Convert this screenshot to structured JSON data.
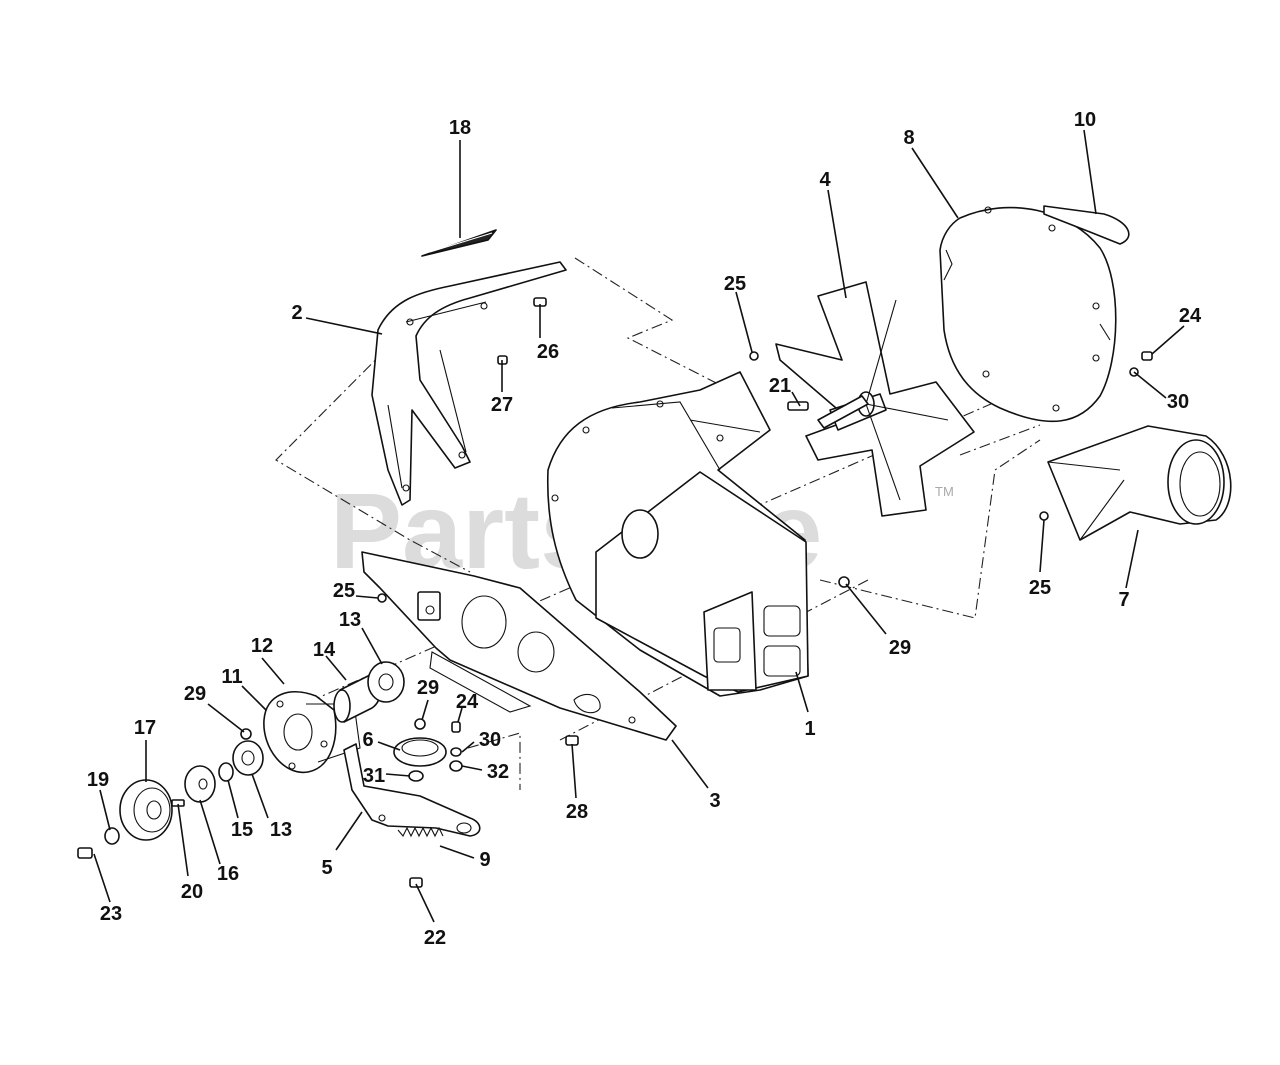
{
  "watermark": {
    "text": "PartsTree",
    "trademark": "TM"
  },
  "callouts": [
    {
      "id": "1",
      "text": "1"
    },
    {
      "id": "2",
      "text": "2"
    },
    {
      "id": "3",
      "text": "3"
    },
    {
      "id": "4",
      "text": "4"
    },
    {
      "id": "5",
      "text": "5"
    },
    {
      "id": "6",
      "text": "6"
    },
    {
      "id": "7",
      "text": "7"
    },
    {
      "id": "8",
      "text": "8"
    },
    {
      "id": "9",
      "text": "9"
    },
    {
      "id": "10",
      "text": "10"
    },
    {
      "id": "11",
      "text": "11"
    },
    {
      "id": "12",
      "text": "12"
    },
    {
      "id": "13a",
      "text": "13"
    },
    {
      "id": "13b",
      "text": "13"
    },
    {
      "id": "14",
      "text": "14"
    },
    {
      "id": "15",
      "text": "15"
    },
    {
      "id": "16",
      "text": "16"
    },
    {
      "id": "17",
      "text": "17"
    },
    {
      "id": "18",
      "text": "18"
    },
    {
      "id": "19",
      "text": "19"
    },
    {
      "id": "20",
      "text": "20"
    },
    {
      "id": "21",
      "text": "21"
    },
    {
      "id": "22",
      "text": "22"
    },
    {
      "id": "23",
      "text": "23"
    },
    {
      "id": "24a",
      "text": "24"
    },
    {
      "id": "24b",
      "text": "24"
    },
    {
      "id": "25a",
      "text": "25"
    },
    {
      "id": "25b",
      "text": "25"
    },
    {
      "id": "25c",
      "text": "25"
    },
    {
      "id": "26",
      "text": "26"
    },
    {
      "id": "27",
      "text": "27"
    },
    {
      "id": "28",
      "text": "28"
    },
    {
      "id": "29a",
      "text": "29"
    },
    {
      "id": "29b",
      "text": "29"
    },
    {
      "id": "29c",
      "text": "29"
    },
    {
      "id": "30a",
      "text": "30"
    },
    {
      "id": "30b",
      "text": "30"
    },
    {
      "id": "31",
      "text": "31"
    },
    {
      "id": "32",
      "text": "32"
    }
  ]
}
